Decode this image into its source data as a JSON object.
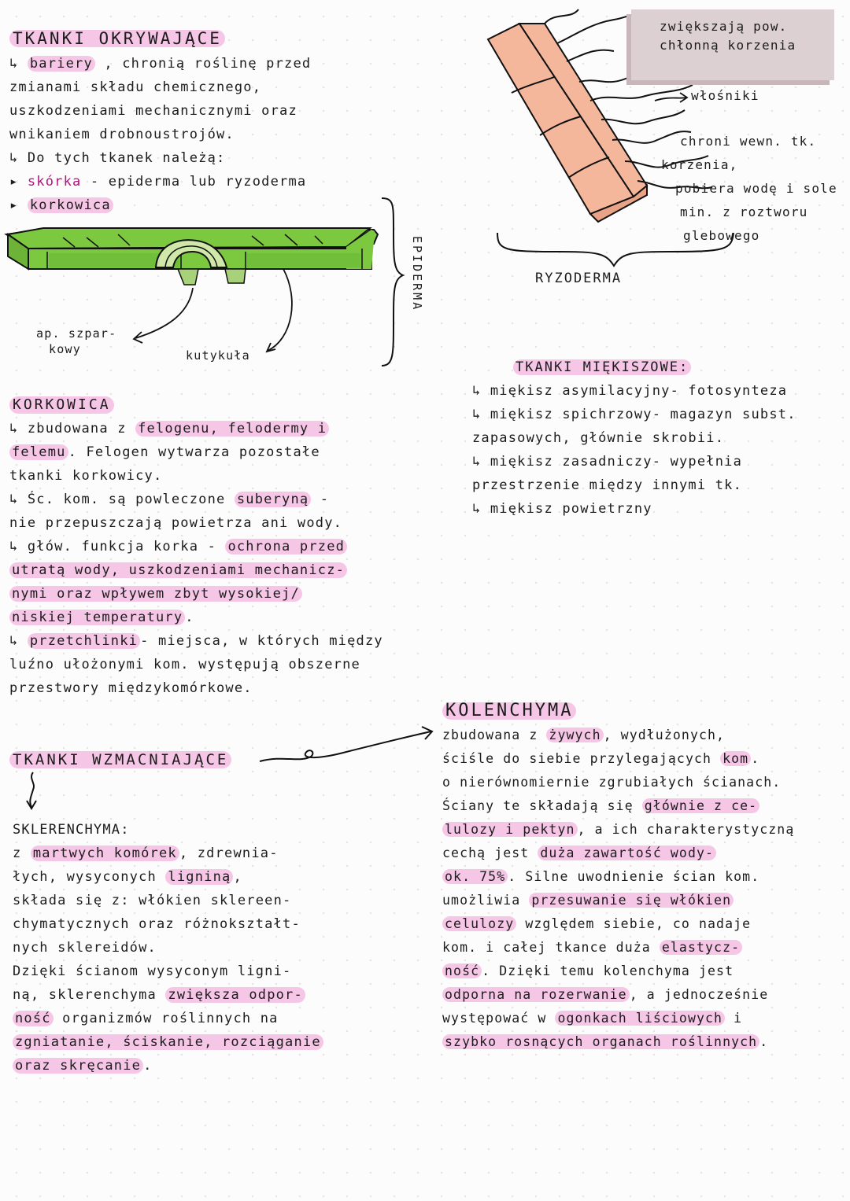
{
  "okrywajace": {
    "title": "TKANKI OKRYWAJĄCE",
    "l1_pre": "↳ ",
    "l1_hl": "bariery",
    "l1_post": " , chronią roślinę przed",
    "l2": "zmianami składu chemicznego,",
    "l3": "uszkodzeniami mechanicznymi oraz",
    "l4": "wnikaniem drobnoustrojów.",
    "l5": "↳ Do tych tkanek należą:",
    "l6_pre": "▸ ",
    "l6_hl": "skórka",
    "l6_post": " - epiderma lub ryzoderma",
    "l7_pre": "▸ ",
    "l7_hl": "korkowica"
  },
  "epiderma_figure": {
    "label_side": "EPIDERMA",
    "label_stoma": [
      "ap. szpar-",
      "kowy"
    ],
    "label_cuticle": "kutykuła"
  },
  "ryzoderma_figure": {
    "note": [
      "zwiększają pow.",
      "chłonną korzenia"
    ],
    "label_hairs": "włośniki",
    "desc": [
      "chroni wewn. tk.",
      "korzenia,",
      "pobiera wodę i sole",
      "min. z roztworu",
      "glebowego"
    ],
    "label_bottom": "RYZODERMA"
  },
  "korkowica": {
    "title": "KORKOWICA",
    "l1_pre": "↳ zbudowana z ",
    "l1_hl": "felogenu, felodermy i",
    "l2_hl": "felemu",
    "l2_post": ". Felogen wytwarza pozostałe",
    "l3": "tkanki korkowicy.",
    "l4_pre": "↳ Śc. kom. są powleczone ",
    "l4_hl": "suberyną",
    "l4_post": " -",
    "l5": "nie przepuszczają powietrza ani wody.",
    "l6_pre": "↳ głów. funkcja korka - ",
    "l6_hl": "ochrona przed",
    "l7_hl": "utratą wody, uszkodzeniami mechanicz-",
    "l8_hl": "nymi oraz wpływem zbyt wysokiej/",
    "l9_hl": "niskiej temperatury",
    "l9_post": ".",
    "l10_pre": "↳ ",
    "l10_hl": "przetchlinki",
    "l10_post": "- miejsca, w których między",
    "l11": "luźno ułożonymi kom. występują obszerne",
    "l12": "przestwory międzykomórkowe."
  },
  "miekiszowe": {
    "title": "TKANKI MIĘKISZOWE:",
    "l1": "↳ miękisz asymilacyjny- fotosynteza",
    "l2": "↳ miękisz spichrzowy- magazyn subst.",
    "l3": "zapasowych, głównie skrobii.",
    "l4": "↳ miękisz zasadniczy- wypełnia",
    "l5": "przestrzenie między innymi tk.",
    "l6": "↳ miękisz powietrzny"
  },
  "wzmacniajace": {
    "title": "TKANKI WZMACNIAJĄCE",
    "skl_title": "SKLERENCHYMA:",
    "l1_pre": "z ",
    "l1_hl": "martwych komórek",
    "l1_post": ", zdrewnia-",
    "l2_pre": "łych, wysyconych ",
    "l2_hl": "ligniną",
    "l2_post": ",",
    "l3": "składa się z: włókien sklereen-",
    "l4": "chymatycznych oraz różnokształt-",
    "l5": "nych sklereidów.",
    "l6": "Dzięki ścianom wysyconym ligni-",
    "l7_pre": "ną, sklerenchyma ",
    "l7_hl": "zwiększa odpor-",
    "l8_hl": "ność",
    "l8_post": " organizmów roślinnych na",
    "l9_hl": "zgniatanie, ściskanie, rozciąganie",
    "l10_hl": "oraz skręcanie",
    "l10_post": "."
  },
  "kolenchyma": {
    "title": "KOLENCHYMA",
    "l1_pre": "zbudowana z ",
    "l1_hl": "żywych",
    "l1_post": ", wydłużonych,",
    "l2_pre": "ściśle do siebie przylegających ",
    "l2_hl": "kom",
    "l2_post": ".",
    "l3": "o nierównomiernie zgrubiałych ścianach.",
    "l4_pre": "Ściany te składają się ",
    "l4_hl": "głównie z ce-",
    "l5_hl": "lulozy i pektyn",
    "l5_post": ", a ich charakterystyczną",
    "l6_pre": "cechą jest ",
    "l6_hl": "duża zawartość wody-",
    "l7_hl": "ok. 75%",
    "l7_post": ". Silne uwodnienie ścian kom.",
    "l8_pre": "umożliwia ",
    "l8_hl": "przesuwanie się włókien",
    "l9_hl": "celulozy",
    "l9_post": " względem siebie, co nadaje",
    "l10_pre": "kom. i całej tkance duża ",
    "l10_hl": "elastycz-",
    "l11_hl": "ność",
    "l11_post": ". Dzięki temu kolenchyma jest",
    "l12_hl": "odporna na rozerwanie",
    "l12_post": ", a jednocześnie",
    "l13_pre": "występować w ",
    "l13_hl": "ogonkach liściowych",
    "l13_post": " i",
    "l14_hl": "szybko rosnących organach roślinnych",
    "l14_post": "."
  },
  "colors": {
    "highlight": "#f6c6e6",
    "leaf_green": "#7cc93f",
    "root_peach": "#f5b79b",
    "note": "#ddd0d3"
  }
}
